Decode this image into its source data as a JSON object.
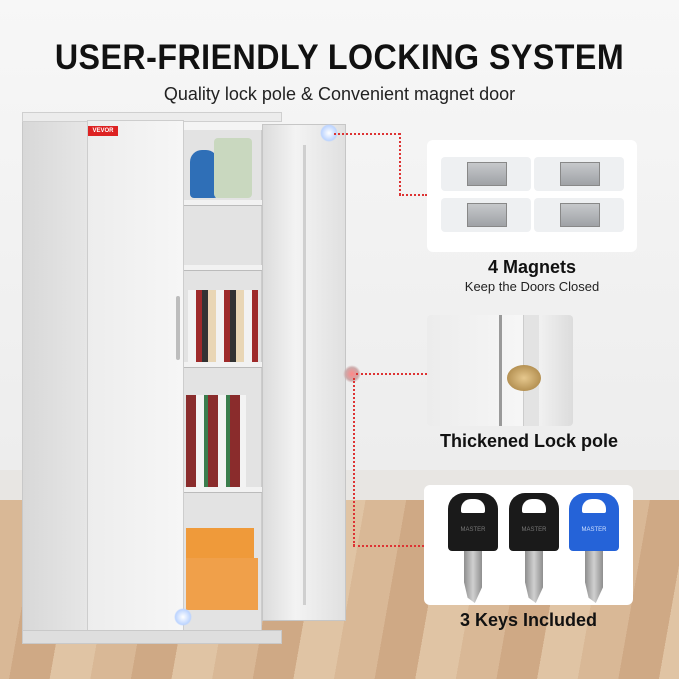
{
  "header": {
    "title": "USER-FRIENDLY LOCKING SYSTEM",
    "subtitle": "Quality lock pole & Convenient magnet door"
  },
  "cabinet": {
    "brand_logo": "VEVOR"
  },
  "features": [
    {
      "title": "4 Magnets",
      "subtitle": "Keep the Doors Closed"
    },
    {
      "title": "Thickened Lock pole"
    },
    {
      "title": "3 Keys Included",
      "keys": [
        {
          "color": "#1a1a1a",
          "label": "MASTER"
        },
        {
          "color": "#1a1a1a",
          "label": "MASTER"
        },
        {
          "color": "#2563d8",
          "label": "MASTER"
        }
      ]
    }
  ],
  "colors": {
    "callout_line": "#dd3333"
  }
}
